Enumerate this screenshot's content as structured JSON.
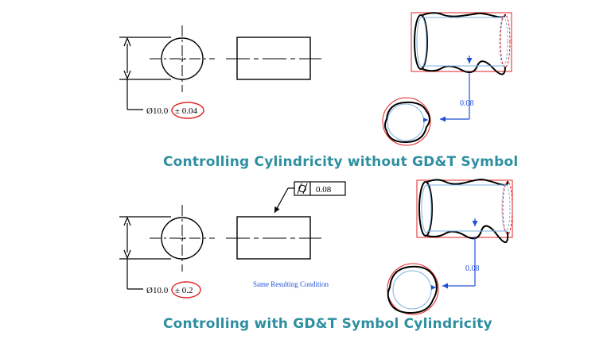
{
  "titles": {
    "top": "Controlling Cylindricity without GD&T Symbol",
    "bottom": "Controlling with GD&T Symbol Cylindricity"
  },
  "top_drawing": {
    "diameter_label": "Ø10.0",
    "tolerance": "± 0.04",
    "deviation_value": "0.08"
  },
  "bottom_drawing": {
    "diameter_label": "Ø10.0",
    "tolerance": "± 0.2",
    "feature_control_frame_value": "0.08",
    "deviation_value": "0.08",
    "note": "Same Resulting Condition"
  },
  "colors": {
    "title": "#2d8fa0",
    "highlight": "#e02020",
    "dimension_blue": "#1f4fd8",
    "line": "#000000"
  }
}
